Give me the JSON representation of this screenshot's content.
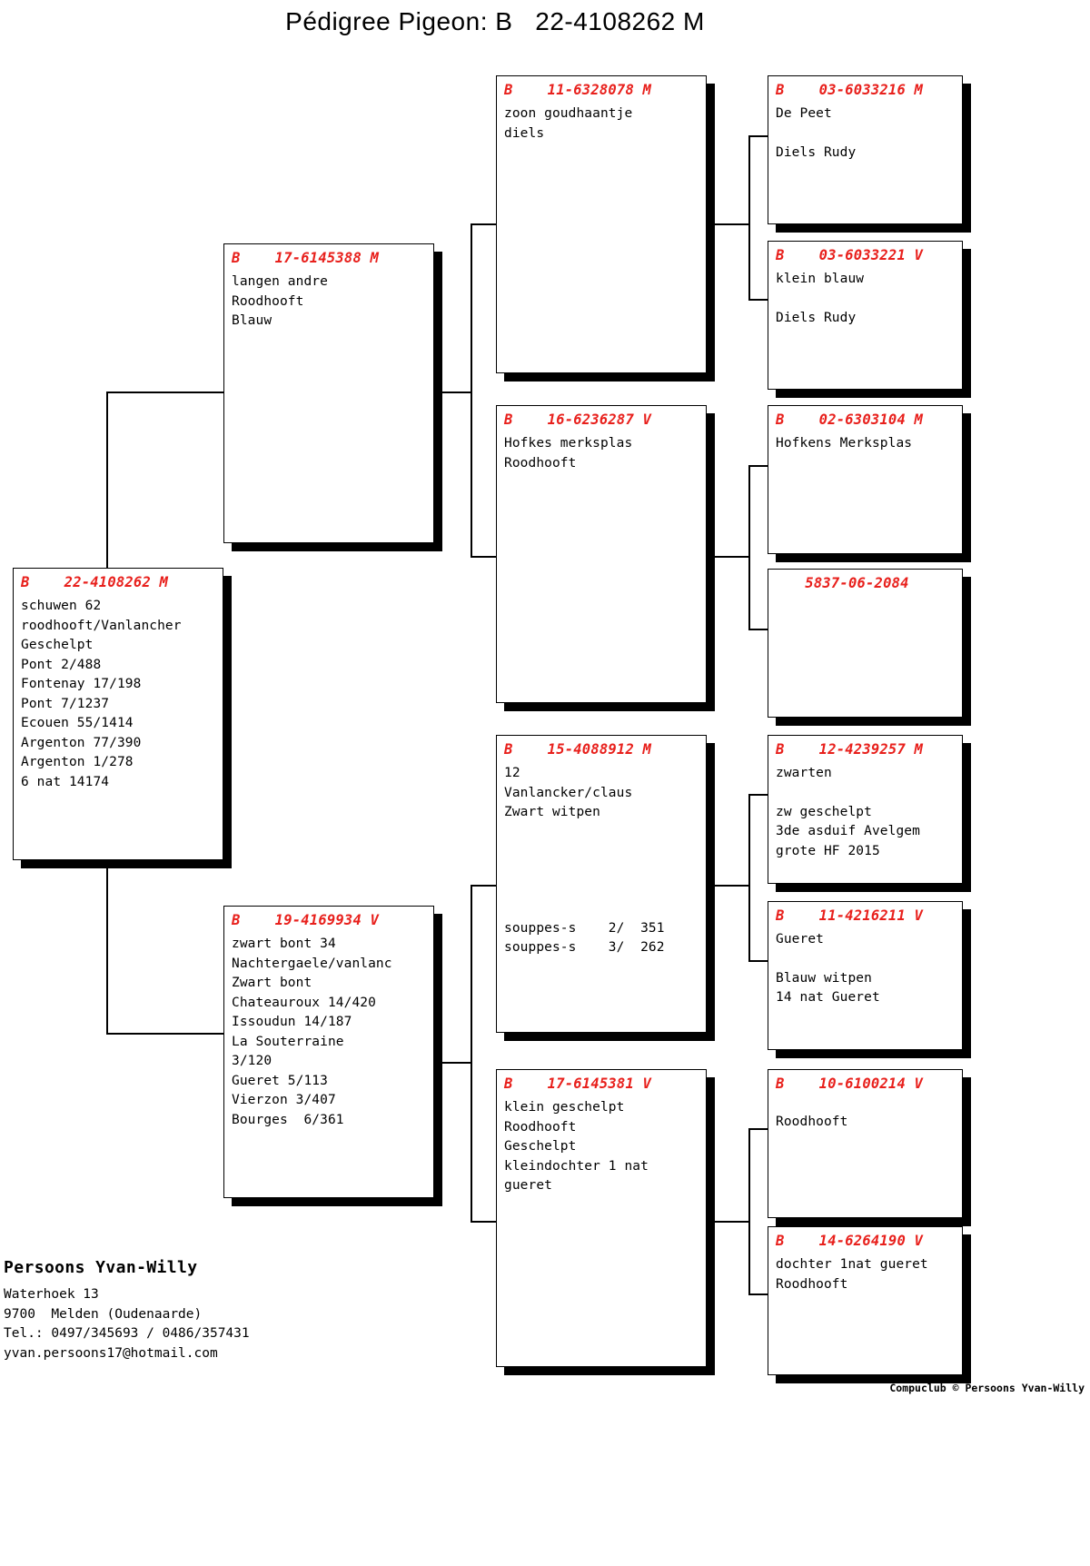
{
  "title": "Pédigree Pigeon: B   22-4108262 M",
  "colors": {
    "ring_red": "#e8201c",
    "text_black": "#000000",
    "background": "#ffffff",
    "shadow": "#000000"
  },
  "subject": {
    "ring": "B    22-4108262 M",
    "lines": "schuwen 62\nroodhooft/Vanlancher\nGeschelpt\nPont 2/488\nFontenay 17/198\nPont 7/1237\nEcouen 55/1414\nArgenton 77/390\nArgenton 1/278\n6 nat 14174"
  },
  "generation2": {
    "sire": {
      "ring": "B    17-6145388 M",
      "lines": "langen andre\nRoodhooft\nBlauw"
    },
    "dam": {
      "ring": "B    19-4169934 V",
      "lines": "zwart bont 34\nNachtergaele/vanlanc\nZwart bont\nChateauroux 14/420\nIssoudun 14/187\nLa Souterraine\n3/120\nGueret 5/113\nVierzon 3/407\nBourges  6/361"
    }
  },
  "generation3": {
    "sire_sire": {
      "ring": "B    11-6328078 M",
      "lines": "zoon goudhaantje\ndiels"
    },
    "sire_dam": {
      "ring": "B    16-6236287 V",
      "lines": "Hofkes merksplas\nRoodhooft"
    },
    "dam_sire": {
      "ring": "B    15-4088912 M",
      "lines": "12\nVanlancker/claus\nZwart witpen",
      "extra_lines": "souppes-s    2/  351\nsouppes-s    3/  262"
    },
    "dam_dam": {
      "ring": "B    17-6145381 V",
      "lines": "klein geschelpt\nRoodhooft\nGeschelpt\nkleindochter 1 nat\ngueret"
    }
  },
  "generation4": {
    "ss_sire": {
      "ring": "B    03-6033216 M",
      "lines": "De Peet",
      "lines2": "Diels Rudy"
    },
    "ss_dam": {
      "ring": "B    03-6033221 V",
      "lines": "klein blauw",
      "lines2": "Diels Rudy"
    },
    "sd_sire": {
      "ring": "B    02-6303104 M",
      "lines": "Hofkens Merksplas",
      "lines2": ""
    },
    "sd_dam": {
      "ring": "5837-06-2084",
      "ring_centered": true,
      "lines": "",
      "lines2": ""
    },
    "ds_sire": {
      "ring": "B    12-4239257 M",
      "lines": "zwarten",
      "lines2": "zw geschelpt\n3de asduif Avelgem\ngrote HF 2015"
    },
    "ds_dam": {
      "ring": "B    11-4216211 V",
      "lines": "Gueret",
      "lines2": "Blauw witpen\n14 nat Gueret"
    },
    "dd_sire": {
      "ring": "B    10-6100214 V",
      "lines": "",
      "lines2": "Roodhooft"
    },
    "dd_dam": {
      "ring": "B    14-6264190 V",
      "lines": "dochter 1nat gueret\nRoodhooft",
      "lines2": ""
    }
  },
  "footer": {
    "owner": "Persoons Yvan-Willy",
    "address": "Waterhoek 13\n9700  Melden (Oudenaarde)\nTel.: 0497/345693 / 0486/357431\nyvan.persoons17@hotmail.com",
    "credit": "Compuclub © Persoons Yvan-Willy"
  }
}
